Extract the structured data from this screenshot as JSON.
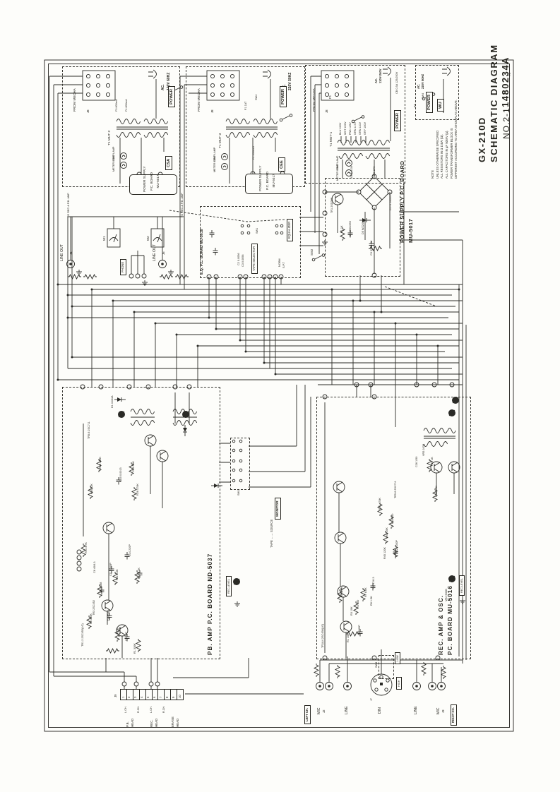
{
  "title": {
    "model": "GX-210D",
    "doc": "SCHEMATIC DIAGRAM",
    "sheet": "NO.2-1",
    "number": "1480234A",
    "corner": "PC"
  },
  "note": {
    "heading": "NOTE",
    "l1": "UNLESS OTHERWISE SPECIFIED",
    "l2": "ALL RESISTORS IN Ω 1/4W (Ω).",
    "l3": "ALL CAPACITORS IN µF 50WV (µ).",
    "l4": "POWER TRANSFORMER BLOCK IS",
    "l5": "DIFFERENT ACCORDING TO AREA SHOWN AS ABOVE."
  },
  "power": {
    "csa": {
      "tag": "CSA",
      "from_mecha": "FROM MECHA",
      "jref": "J8",
      "ac1": "AC.",
      "ac2": "120V 60HZ",
      "power": "POWER",
      "transformer": "T1 MUT-2",
      "fuse1": "F3 800mA",
      "fuse2": "F4 800mA",
      "lamp_rec": "REC. LAMP",
      "lamp_meter": "METER LAMP",
      "tag1": "POWER SUPPLY",
      "tag2": "P.C. BOARD",
      "tag3": "MU-5017"
    },
    "cee": {
      "tag": "CEE",
      "from_mecha": "FROM MECHA",
      "jref": "J8",
      "ac1": "AC.",
      "ac2": "220V 50HZ",
      "power": "POWER",
      "transformer": "T1 MUT-3",
      "fuse1": "F1 1AT",
      "fuse2": "F2 400mAT",
      "sw": "SW4",
      "lamp_rec": "REC. LAMP",
      "lamp_meter": "METER LAMP",
      "tag1": "POWER SUPPLY",
      "tag2": "P.C. BOARD",
      "tag3": "MU-5017"
    },
    "multi": {
      "from_mecha": "FROM MECHA",
      "jref": "J8",
      "ac1": "AC.",
      "ac2": "110V-240V",
      "cb": "CB 0.3A 125/250V",
      "power": "POWER",
      "fuse": "F1",
      "transformer": "T1 MUT-1",
      "taps": [
        "BLU 240V",
        "WHT 220V",
        "PNK 125V",
        "ORN 117V",
        "GRN 110V",
        "GRY 100V"
      ],
      "sec1": "GRN 6.3V",
      "sec2": "ORG 27V",
      "lamp_rec": "REC. LAMP",
      "lamp_meter": "METER LAMP"
    },
    "wu": {
      "tag": "WU",
      "ac1": "AC.",
      "ac2": "220V 50HZ",
      "fuse": "F1",
      "sw": "SW4",
      "power": "POWER"
    }
  },
  "psu": {
    "board1": "POWER SUPPLY P.C. BOARD",
    "board2": "MU-5017",
    "bridge": "D1~4 10D05",
    "tr": "TR1 2SD360",
    "zener": "D5 WZ240",
    "c1": "C1 1000/25V",
    "c3": "C3 330/6.3V",
    "r1": "R1 1K",
    "sw": "SW2"
  },
  "eq": {
    "board": "E.Q. P.C. BOARD MU-5018",
    "selector": "TAPE SELECTOR",
    "sw": "SW1",
    "equalizer": "EQUALIZER",
    "norm": "NORM",
    "spt": "S.P.T",
    "c2": "C2 0.0056",
    "c3": "C3 0.0056"
  },
  "mid": {
    "to_rec_l": "TO REC.& P.B. AMP",
    "to_rec_r": "TO REC.& P.B. AMP",
    "m1": "M1",
    "m2": "M2",
    "phone": "PHONE",
    "line_out_l": "LINE OUT",
    "j4": "J4",
    "line_out_r": "LINE OUT",
    "j6": "J6"
  },
  "monitor": {
    "label": "MONITOR",
    "sw": "SW1",
    "range": "TAPE ←→ SOURCE"
  },
  "pb": {
    "board": "PB. AMP P.C. BOARD ND-5037",
    "rec_level": "REC.LEVEL",
    "components": [
      "TR5.6 2SC711",
      "D1 1N34A",
      "R28 100K",
      "R29 56K",
      "R25 22K",
      "C20 0.0015",
      "R26 470K",
      "R14 4.7K",
      "C14 220P",
      "R11 5.6K",
      "C11 1000P",
      "R12 2.2K",
      "C8 0.068",
      "C6 40/6.3",
      "TR3 2SC452",
      "C4 47/6.3",
      "R8 330K",
      "TR1.2 2SC452(LG)",
      "R4 10K",
      "C3 .047",
      "R1 330K"
    ]
  },
  "rec": {
    "board1": "REC. AMP & OSC.",
    "board2": "PC. BOARD MU-5016",
    "rec_level": "REC.LEVEL",
    "components": [
      "TR5.6 2SC711",
      "VR5 100B",
      "R50 1K",
      "C26 1/50",
      "R33 4.7K",
      "R41 470K",
      "R44 560",
      "R43 10K",
      "C23 100P",
      "R45 120K",
      "R7 8.2K",
      "C8 47/6.3",
      "R6 1.5K",
      "R4 560",
      "R3 10K",
      "R5 120K",
      "C1 100P",
      "R1 10K",
      "TR1&4 2SC458(LG)",
      "VR2 50KB"
    ]
  },
  "io": {
    "left_ch": "LEFT CH.",
    "right_ch": "RIGHT CH.",
    "mic_l": "MIC",
    "j2": "J2",
    "line_l": "LINE",
    "din": "DIN",
    "j7": "J7",
    "line_r": "LINE",
    "mic_r": "MIC",
    "j3": "J3",
    "low": "LOW",
    "high": "HIGH",
    "sw3": "SW3"
  },
  "heads": {
    "j9": "J9",
    "pins": [
      "1",
      "2",
      "3",
      "4",
      "5",
      "6",
      "7",
      "8",
      "9",
      "10"
    ],
    "lch1": "L.CH.",
    "rch1": "R.CH.",
    "lch2": "L.CH.",
    "rch2": "R.CH.",
    "pb1": "P.B.",
    "pb2": "HEAD",
    "rec1": "REC.",
    "rec2": "HEAD",
    "er1": "ERASE",
    "er2": "HEAD"
  }
}
